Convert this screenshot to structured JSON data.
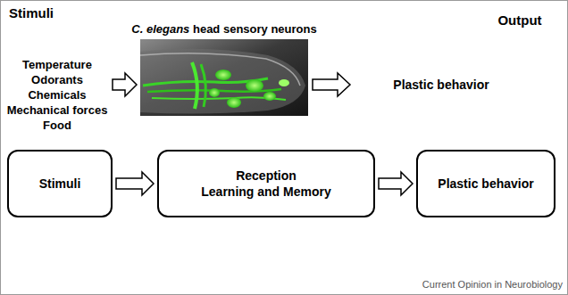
{
  "diagram": {
    "caption": "Current Opinion in Neurobiology",
    "nodes": [
      {
        "text": [
          "Stimuli"
        ]
      },
      {
        "text": [
          "Reception",
          "Learning and Memory"
        ]
      },
      {
        "text": [
          "Plastic behavior"
        ]
      }
    ],
    "edges": [
      {
        "from": 0,
        "to": 1,
        "arrow": "to"
      },
      {
        "from": 1,
        "to": 2,
        "arrow": "to"
      }
    ],
    "labels": [
      "Stimuli",
      "Output",
      "Temperature",
      "Odorants",
      "Chemicals",
      "Mechanical forces",
      "Food",
      "C. elegans",
      "head sensory neurons",
      "Plastic behavior"
    ]
  }
}
